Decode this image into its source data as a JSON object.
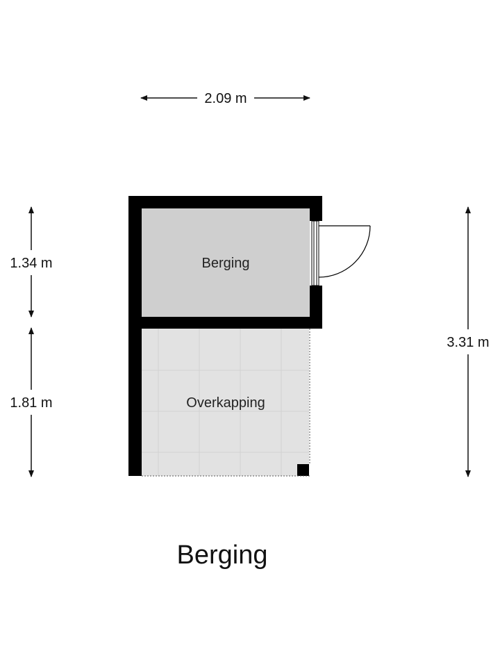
{
  "title": "Berging",
  "dimensions": {
    "width_top": "2.09 m",
    "height_upper": "1.34 m",
    "height_lower": "1.81 m",
    "height_total": "3.31 m"
  },
  "rooms": {
    "storage": "Berging",
    "covered": "Overkapping"
  },
  "colors": {
    "wall": "#000000",
    "storage_floor": "#cfcfcf",
    "covered_floor": "#e2e2e2",
    "tile_line": "#d2d2d2"
  }
}
